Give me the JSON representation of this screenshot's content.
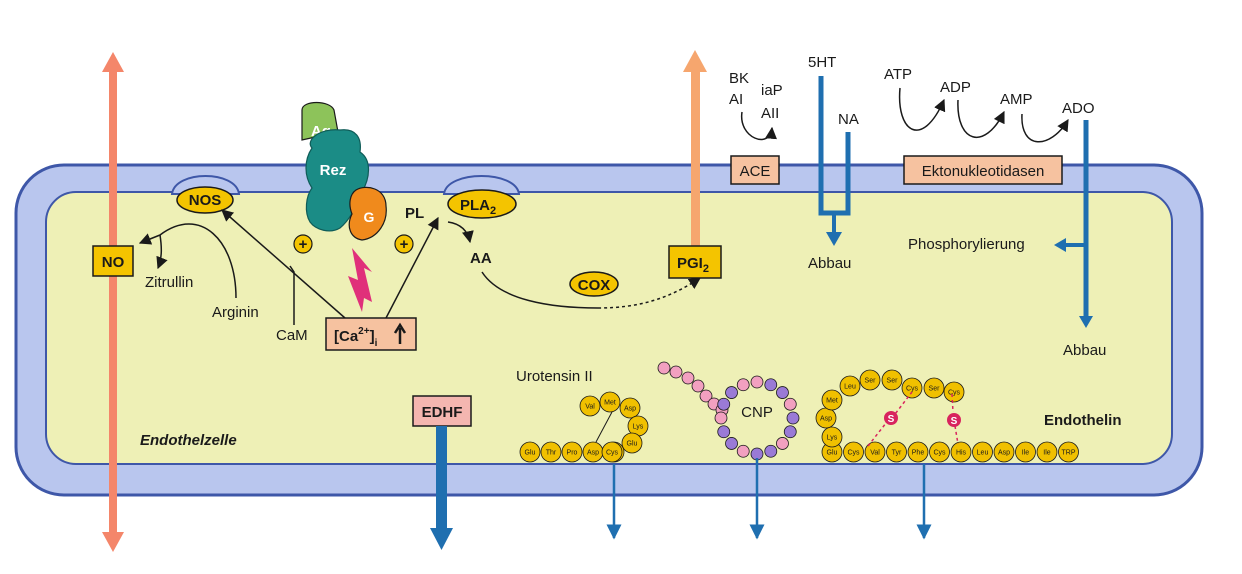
{
  "labels": {
    "no": "NO",
    "nos": "NOS",
    "zitrullin": "Zitrullin",
    "arginin": "Arginin",
    "cam": "CaM",
    "ag": "Ag",
    "rez": "Rez",
    "g": "G",
    "plus": "+",
    "ca_main": "[Ca",
    "ca_sup": "2+",
    "ca_close": "]",
    "ca_sub": "i",
    "pl": "PL",
    "pla2_main": "PLA",
    "pla2_sub": "2",
    "aa": "AA",
    "cox": "COX",
    "pgi2_main": "PGI",
    "pgi2_sub": "2",
    "bk": "BK",
    "ai": "AI",
    "iap": "iaP",
    "aii": "AII",
    "ace": "ACE",
    "sht": "5HT",
    "na": "NA",
    "abbau1": "Abbau",
    "atp": "ATP",
    "adp": "ADP",
    "amp": "AMP",
    "ado": "ADO",
    "ekto": "Ektonukleotidasen",
    "phos": "Phosphorylierung",
    "abbau2": "Abbau",
    "edhf": "EDHF",
    "urotensin": "Urotensin II",
    "cnp": "CNP",
    "endothelin": "Endothelin",
    "endothelzelle": "Endothelzelle"
  },
  "urotensin_chain": [
    "Glu",
    "Thr",
    "Pro",
    "Asp",
    "Cys"
  ],
  "urotensin_ring": [
    "Val",
    "Met",
    "Asp",
    "Lys",
    "Glu",
    "Cys"
  ],
  "endothelin_chain": [
    "Glu",
    "Cys",
    "Val",
    "Tyr",
    "Phe",
    "Cys",
    "His",
    "Leu",
    "Asp",
    "Ile",
    "Ile",
    "TRP"
  ],
  "endothelin_loop": [
    "Lys",
    "Asp",
    "Met",
    "Leu",
    "Ser",
    "Ser",
    "Cys",
    "Ser",
    "Cys"
  ],
  "disulfide_label": "S",
  "colors": {
    "membrane": "#b9c6ee",
    "membrane_edge": "#3e57a8",
    "cytoplasm": "#eef0b6",
    "box_yellow": "#f4c400",
    "box_orange": "#f6c2a0",
    "box_pink": "#f4b6b0",
    "arrow_salmon": "#f4866a",
    "arrow_orange": "#f6a66e",
    "arrow_blue": "#1f6fb0",
    "receptor_teal": "#1b8c86",
    "ag_green": "#8dc35a",
    "g_orange": "#f08a1c",
    "bolt_red": "#e0307a",
    "cnp_purple": "#9a7ad6",
    "cnp_pink": "#f2a0c0",
    "aa_gold": "#f0c000",
    "s_red": "#d8245e"
  }
}
